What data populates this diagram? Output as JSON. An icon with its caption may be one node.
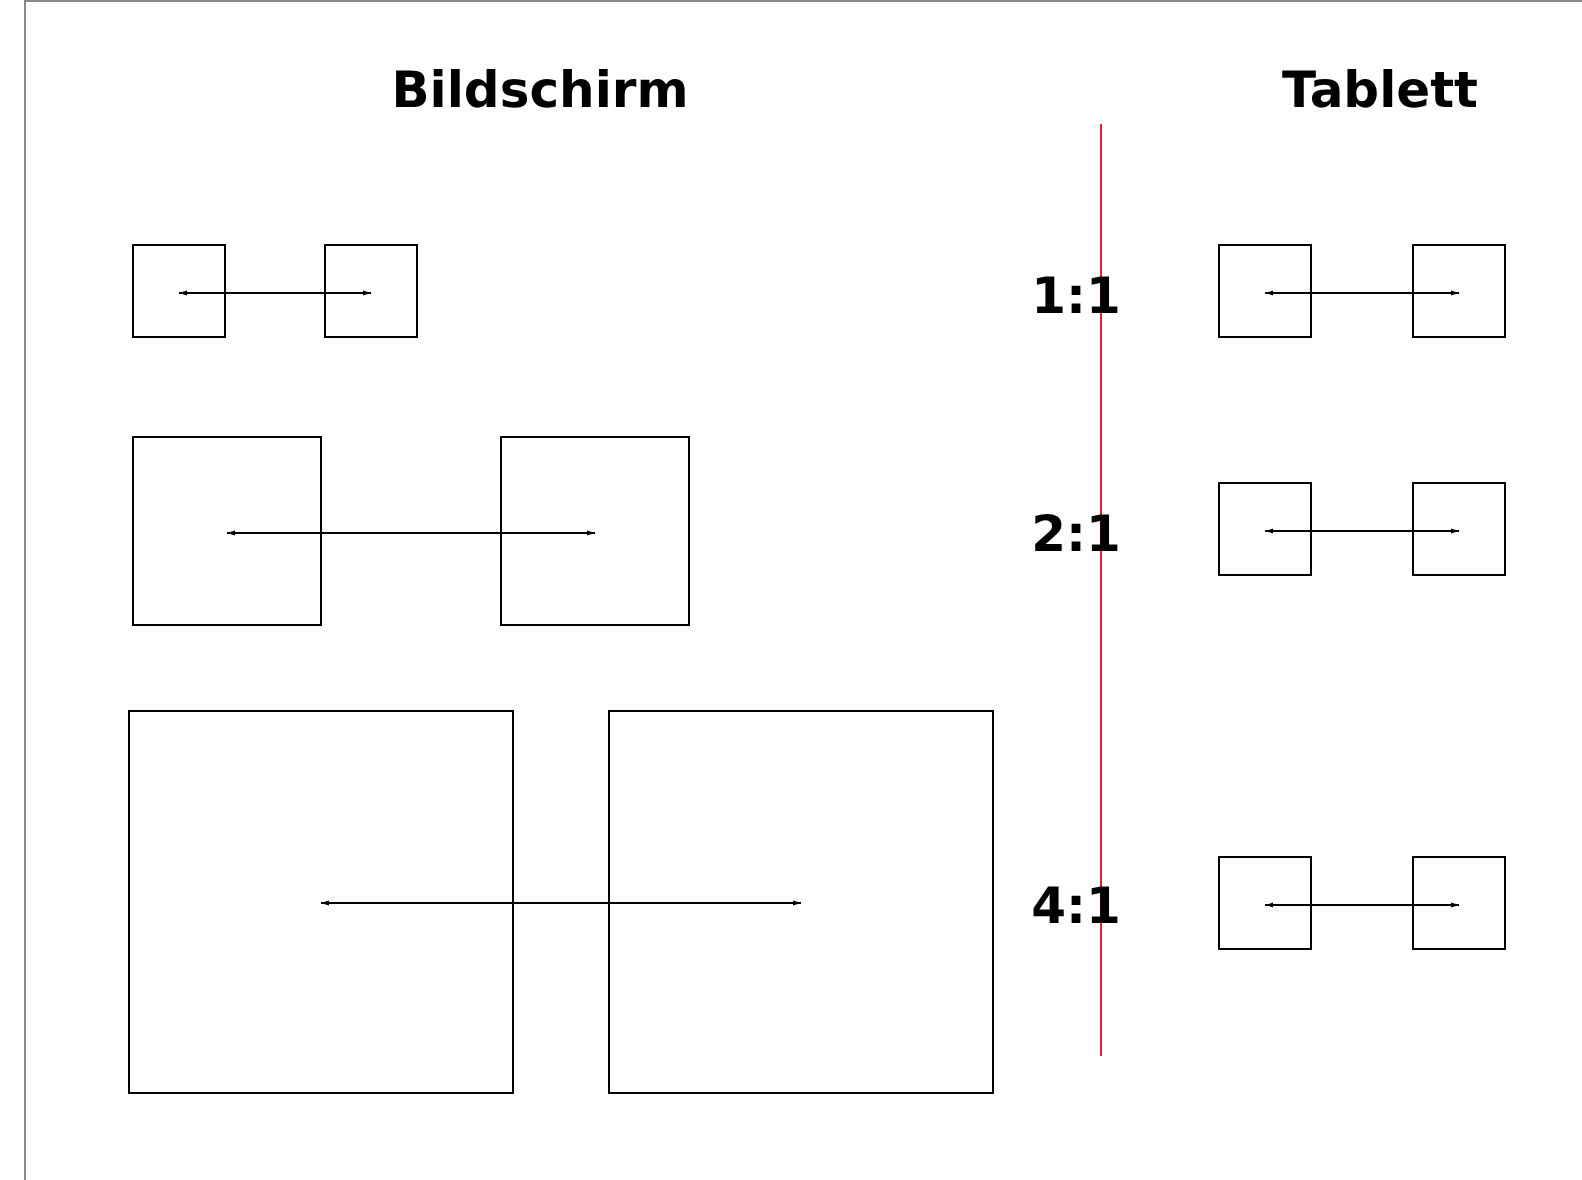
{
  "diagram": {
    "nodes": [
      {
        "text": [],
        "shape": "box"
      },
      {
        "text": [],
        "shape": "box"
      },
      {
        "text": [],
        "shape": "box"
      },
      {
        "text": [],
        "shape": "box"
      },
      {
        "text": [],
        "shape": "box"
      },
      {
        "text": [],
        "shape": "box"
      },
      {
        "text": [],
        "shape": "box"
      },
      {
        "text": [],
        "shape": "box"
      },
      {
        "text": [],
        "shape": "box"
      },
      {
        "text": [],
        "shape": "box"
      },
      {
        "text": [],
        "shape": "box"
      },
      {
        "text": [],
        "shape": "box"
      }
    ],
    "edges": [
      {
        "from": 0,
        "to": 1,
        "arrow": "both"
      },
      {
        "from": 2,
        "to": 3,
        "arrow": "both"
      },
      {
        "from": 4,
        "to": 5,
        "arrow": "both"
      },
      {
        "from": 6,
        "to": 7,
        "arrow": "both"
      },
      {
        "from": 8,
        "to": 9,
        "arrow": "both"
      },
      {
        "from": 10,
        "to": 11,
        "arrow": "both"
      }
    ],
    "labels": [
      "Bildschirm",
      "Tablett",
      "1:1",
      "2:1",
      "4:1"
    ]
  }
}
